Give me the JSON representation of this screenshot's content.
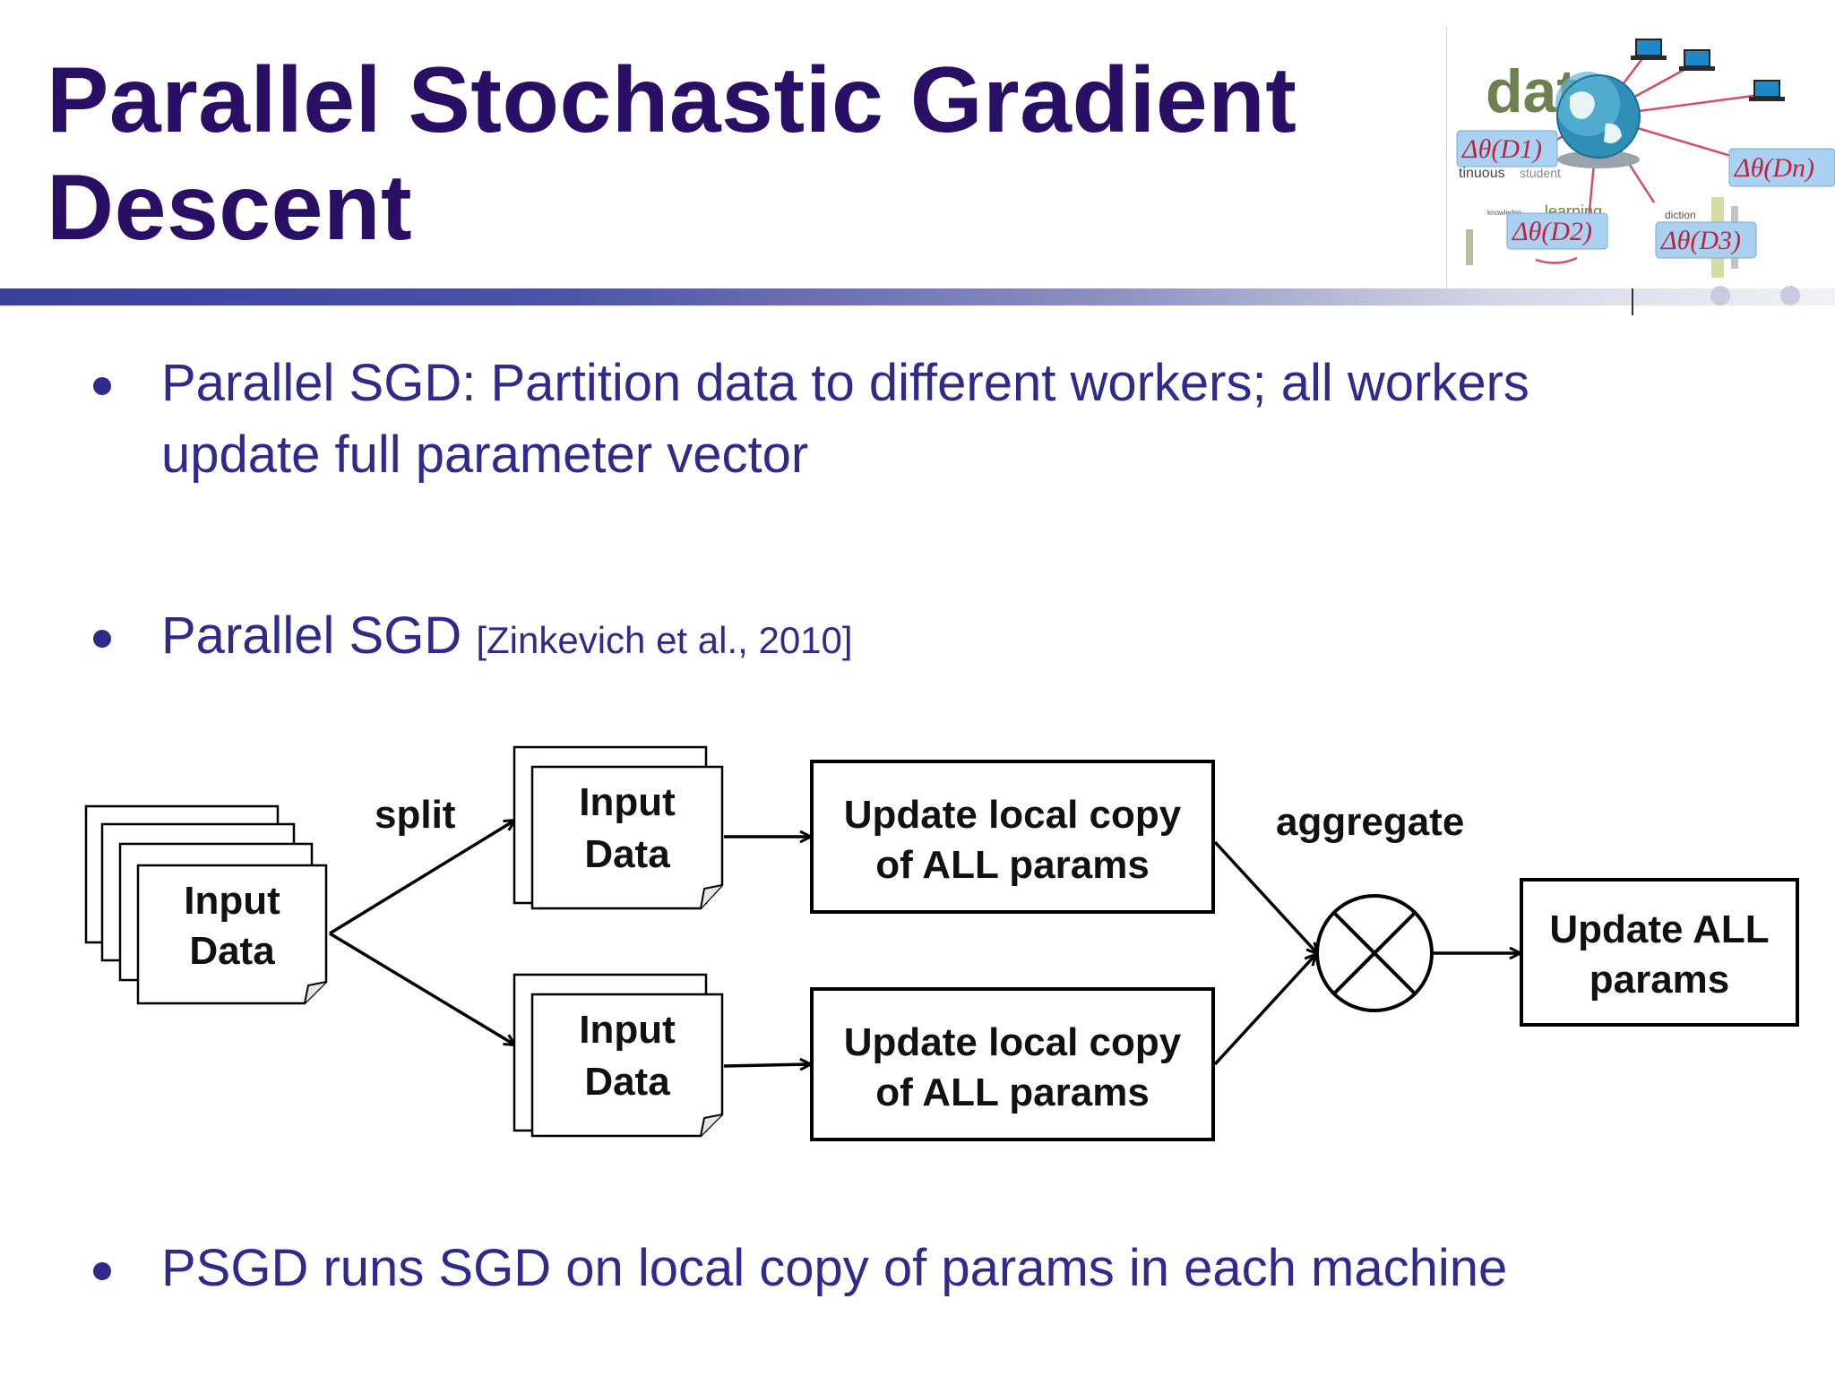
{
  "slide": {
    "title": "Parallel Stochastic Gradient Descent",
    "hero_image": {
      "icons": [
        "globe-icon",
        "laptop-icon"
      ],
      "labels": [
        "Δθ(D1)",
        "Δθ(D2)",
        "Δθ(D3)",
        "Δθ(Dn)"
      ],
      "word_cloud": [
        "data",
        "tinuous",
        "student",
        "knowledge",
        "learning",
        "diction"
      ]
    },
    "bullets": [
      {
        "line1": "Parallel SGD: Partition data to different workers; all workers",
        "line2": "update full parameter vector"
      },
      {
        "text": "Parallel SGD ",
        "citation": "[Zinkevich et al., 2010]"
      },
      {
        "text": "PSGD runs SGD on local copy of params in each machine"
      }
    ],
    "diagram": {
      "input_data": [
        "Input",
        "Data"
      ],
      "split_label": "split",
      "aggregate_label": "aggregate",
      "local_update": [
        "Update local copy",
        "of ALL params"
      ],
      "final_update": [
        "Update ALL",
        "params"
      ],
      "aggregator_icon": "circle-x-icon"
    }
  }
}
